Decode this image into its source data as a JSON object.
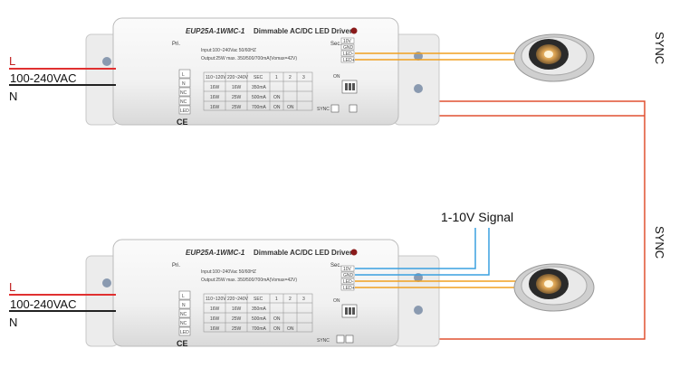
{
  "wiring": {
    "l_label": "L",
    "ac_label": "100-240VAC",
    "n_label": "N",
    "sync_label": "SYNC",
    "signal_label": "1-10V Signal"
  },
  "driver": {
    "model": "EUP25A-1WMC-1",
    "desc": "Dimmable AC/DC LED Driver",
    "pri": "Pri.",
    "sec": "Sec.",
    "input": "Input:100~240Vac  50/60HZ",
    "output": "Output:25W max.   350/500/700mA(Vomax=42V)",
    "pri_terms": [
      "L",
      "N",
      "NC",
      "NC",
      "LED"
    ],
    "sec_terms": [
      "10V",
      "GND",
      "LED-",
      "LED+"
    ],
    "table_head": [
      "110~120V",
      "220~240V",
      "SEC",
      "1",
      "2",
      "3"
    ],
    "table_rows": [
      [
        "16W",
        "16W",
        "350mA",
        "",
        "",
        ""
      ],
      [
        "16W",
        "25W",
        "500mA",
        "ON",
        "",
        ""
      ],
      [
        "16W",
        "25W",
        "700mA",
        "ON",
        "ON",
        ""
      ]
    ],
    "on_label": "ON",
    "sync_term": "SYNC",
    "ce_mark": "CE"
  },
  "colors": {
    "live": "#e03030",
    "neutral": "#222222",
    "output": "#f0a020",
    "signal": "#3aa0e0",
    "sync": "#e05030",
    "led_light": "#e8b060"
  }
}
